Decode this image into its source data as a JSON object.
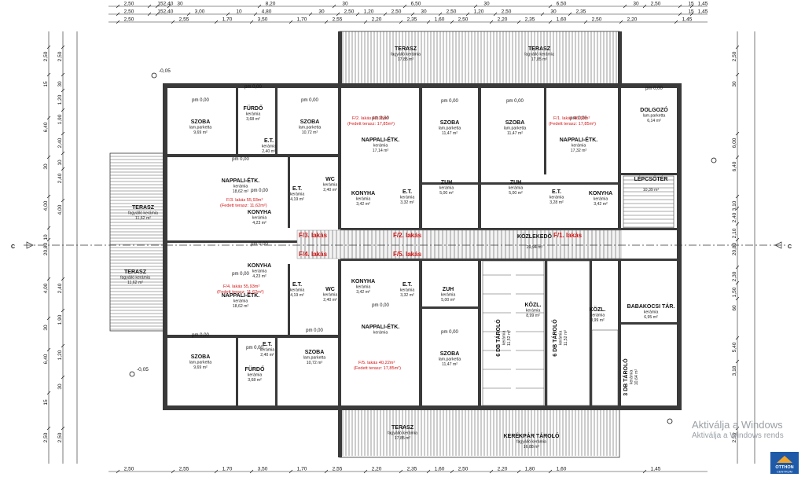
{
  "dims_top_row1": [
    "2,50",
    "15",
    "2,40",
    "30",
    "8,20",
    "30",
    "6,50",
    "30",
    "6,50",
    "30",
    "2,50",
    "15",
    "1,45"
  ],
  "dims_top_row2": [
    "2,50",
    "15",
    "2,40",
    "3,00",
    "10",
    "4,80",
    "30",
    "2,50",
    "1,20",
    "2,50",
    "30",
    "2,50",
    "1,20",
    "2,50",
    "30",
    "2,35",
    "15",
    "1,45"
  ],
  "dims_top_row3": [
    "2,50",
    "2,55",
    "1,70",
    "3,50",
    "1,70",
    "2,55",
    "2,20",
    "2,35",
    "1,60",
    "2,50",
    "2,20",
    "2,35",
    "1,60",
    "2,50",
    "2,20",
    "1,45"
  ],
  "dims_bottom": [
    "2,50",
    "2,55",
    "1,70",
    "3,50",
    "1,70",
    "2,55",
    "2,20",
    "2,35",
    "1,60",
    "2,50",
    "2,20",
    "1,80",
    "1,60",
    "1,45"
  ],
  "dims_left_col1": [
    "2,50",
    "15",
    "6,40",
    "30",
    "4,00",
    "10",
    "20,80",
    "4,00",
    "30",
    "6,40",
    "15",
    "2,50"
  ],
  "dims_left_col2": [
    "2,50",
    "30",
    "1,20",
    "1,90",
    "2,40",
    "10",
    "2,40",
    "4,00",
    "2,40",
    "1,90",
    "1,20",
    "30",
    "2,50"
  ],
  "dims_right_col": [
    "2,50",
    "30",
    "6,00",
    "6,40",
    "3,10",
    "2,40",
    "2,10",
    "20,80",
    "2,30",
    "1,50",
    "60",
    "5,40",
    "3,18",
    "2,50"
  ],
  "section_markers": [
    "C",
    "C"
  ],
  "levels": [
    "-0,05",
    "-0,05"
  ],
  "units": [
    {
      "label": "F/3. lakás",
      "area": "F/3. lakás 55,93m²",
      "covered": "(Fedett terasz: 11,62m²)"
    },
    {
      "label": "F/4. lakás",
      "area": "F/4. lakás 55,93m²",
      "covered": "(Fedett terasz: 11,62m²)"
    },
    {
      "label": "F/2. lakás",
      "area": "F/2. lakás 40,35m²",
      "covered": "(Fedett terasz: 17,85m²)"
    },
    {
      "label": "F/5. lakás",
      "area": "F/5. lakás 40,22m²",
      "covered": "(Fedett terasz: 17,85m²)"
    },
    {
      "label": "F/1. lakás",
      "area": "F/1. lakás 46,63m²",
      "covered": "(Fedett terasz: 17,85m²)"
    }
  ],
  "rooms": {
    "szoba_tl": {
      "name": "SZOBA",
      "floor": "lam.parketta",
      "area": "9,69 m²",
      "pm": "pm 0,00"
    },
    "furdo_t": {
      "name": "FÜRDŐ",
      "floor": "kerámia",
      "area": "3,68 m²",
      "pm": "pm 0,00"
    },
    "szoba_t2": {
      "name": "SZOBA",
      "floor": "lam.parketta",
      "area": "10,72 m²",
      "pm": "pm 0,00"
    },
    "et_t": {
      "name": "E.T.",
      "floor": "kerámia",
      "area": "2,40 m²"
    },
    "nappali_3": {
      "name": "NAPPALI-ÉTK.",
      "floor": "kerámia",
      "area": "18,62 m²",
      "pm": "pm 0,00"
    },
    "konyha_3": {
      "name": "KONYHA",
      "floor": "kerámia",
      "area": "4,23 m²",
      "pm": "pm 0,00"
    },
    "et_3": {
      "name": "E.T.",
      "floor": "kerámia",
      "area": "4,19 m²"
    },
    "wc_3": {
      "name": "WC",
      "floor": "kerámia",
      "area": "2,40 m²"
    },
    "terasz_l1": {
      "name": "TERASZ",
      "floor": "fagyálló kerámia",
      "area": "11,62 m²"
    },
    "terasz_l2": {
      "name": "TERASZ",
      "floor": "fagyálló kerámia",
      "area": "11,62 m²"
    },
    "nappali_4": {
      "name": "NAPPALI-ÉTK.",
      "floor": "kerámia",
      "area": "18,62 m²",
      "pm": "pm 0,00"
    },
    "konyha_4": {
      "name": "KONYHA",
      "floor": "kerámia",
      "area": "4,23 m²",
      "pm": "pm 0,00"
    },
    "et_4": {
      "name": "E.T.",
      "floor": "kerámia",
      "area": "4,19 m²"
    },
    "wc_4": {
      "name": "WC",
      "floor": "kerámia",
      "area": "2,40 m²"
    },
    "szoba_bl": {
      "name": "SZOBA",
      "floor": "lam.parketta",
      "area": "9,69 m²",
      "pm": "pm 0,00"
    },
    "furdo_b": {
      "name": "FÜRDŐ",
      "floor": "kerámia",
      "area": "3,68 m²",
      "pm": "pm 0,00"
    },
    "szoba_b2": {
      "name": "SZOBA",
      "floor": "lam.parketta",
      "area": "10,72 m²",
      "pm": "pm 0,00"
    },
    "et_b": {
      "name": "E.T.",
      "floor": "kerámia",
      "area": "2,40 m²"
    },
    "terasz_t1": {
      "name": "TERASZ",
      "floor": "fagyálló kerámia",
      "area": "17,85 m²"
    },
    "terasz_t2": {
      "name": "TERASZ",
      "floor": "fagyálló kerámia",
      "area": "17,85 m²"
    },
    "nappali_2": {
      "name": "NAPPALI-ÉTK.",
      "floor": "kerámia",
      "area": "17,14 m²",
      "pm": "pm 0,00"
    },
    "szoba_2": {
      "name": "SZOBA",
      "floor": "lam.parketta",
      "area": "11,47 m²",
      "pm": "pm 0,00"
    },
    "konyha_2": {
      "name": "KONYHA",
      "floor": "kerámia",
      "area": "3,42 m²"
    },
    "et_2": {
      "name": "E.T.",
      "floor": "kerámia",
      "area": "3,32 m²"
    },
    "zuh_2": {
      "name": "ZUH",
      "floor": "kerámia",
      "area": "5,00 m²"
    },
    "szoba_1": {
      "name": "SZOBA",
      "floor": "lam.parketta",
      "area": "11,47 m²",
      "pm": "pm 0,00"
    },
    "nappali_1": {
      "name": "NAPPALI-ÉTK.",
      "floor": "kerámia",
      "area": "17,32 m²",
      "pm": "pm 0,00"
    },
    "dolgozo": {
      "name": "DOLGOZÓ",
      "floor": "lam.parketta",
      "area": "6,14 m²",
      "pm": "pm 0,00"
    },
    "zuh_1": {
      "name": "ZUH",
      "floor": "kerámia",
      "area": "5,00 m²"
    },
    "et_1": {
      "name": "E.T.",
      "floor": "kerámia",
      "area": "3,28 m²"
    },
    "konyha_1": {
      "name": "KONYHA",
      "floor": "kerámia",
      "area": "3,42 m²"
    },
    "lepcsoter": {
      "name": "LÉPCSŐTÉR",
      "floor": "",
      "area": "10,39 m²"
    },
    "kozlekedo": {
      "name": "KÖZLEKEDŐ",
      "floor": "",
      "area": "29,94 m²"
    },
    "konyha_5": {
      "name": "KONYHA",
      "floor": "kerámia",
      "area": "3,42 m²"
    },
    "et_5": {
      "name": "E.T.",
      "floor": "kerámia",
      "area": "3,32 m²"
    },
    "zuh_5": {
      "name": "ZUH",
      "floor": "kerámia",
      "area": "5,00 m²"
    },
    "nappali_5": {
      "name": "NAPPALI-ÉTK.",
      "floor": "kerámia",
      "area": "",
      "pm": "pm 0,00"
    },
    "szoba_5": {
      "name": "SZOBA",
      "floor": "lam.parketta",
      "area": "11,47 m²",
      "pm": "pm 0,00"
    },
    "tarolo_6a": {
      "name": "6 DB TÁROLÓ",
      "floor": "kerámia",
      "area": "11,52 m²"
    },
    "kozl_a": {
      "name": "KÖZL.",
      "floor": "kerámia",
      "area": "8,99 m²"
    },
    "tarolo_6b": {
      "name": "6 DB TÁROLÓ",
      "floor": "kerámia",
      "area": "11,52 m²"
    },
    "kozl_b": {
      "name": "KÖZL.",
      "floor": "kerámia",
      "area": "8,99 m²"
    },
    "babakocsi": {
      "name": "BABAKOCSI TÁR.",
      "floor": "kerámia",
      "area": "6,95 m²"
    },
    "tarolo_3": {
      "name": "3 DB TÁROLÓ",
      "floor": "kerámia",
      "area": "10,64 m²"
    },
    "terasz_b": {
      "name": "TERASZ",
      "floor": "fagyálló kerámia",
      "area": "17,85 m²"
    },
    "kerekpar": {
      "name": "KERÉKPÁR TÁROLÓ",
      "floor": "fagyálló kerámia",
      "area": "16,88 m²"
    }
  },
  "overlay": {
    "title": "Aktiválja a Windows",
    "sub": "Aktiválja a Windows rends"
  },
  "logo": {
    "line1": "OTTHON",
    "line2": "CENTRUM"
  }
}
